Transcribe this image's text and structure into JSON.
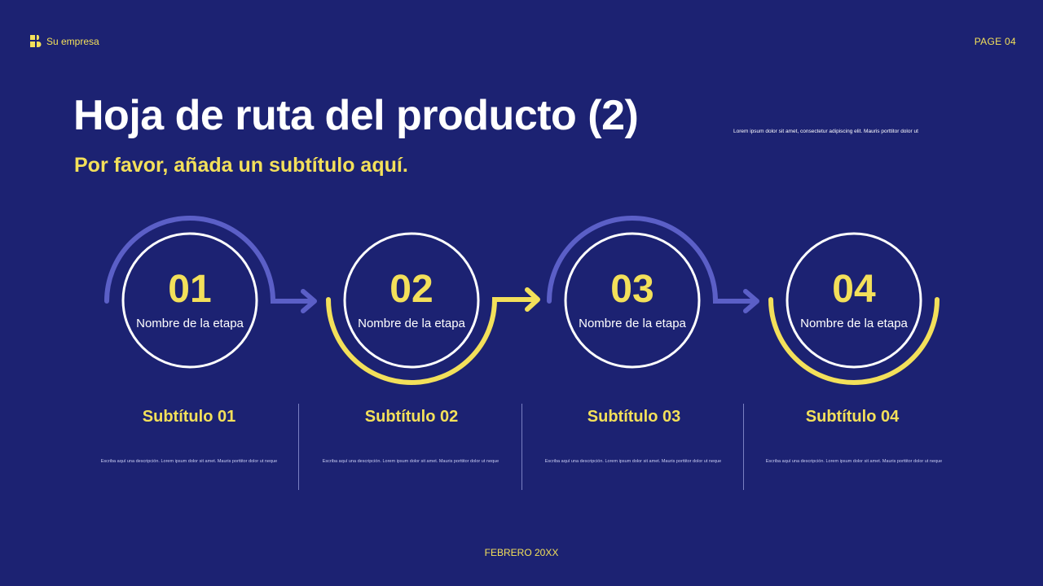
{
  "header": {
    "company": "Su empresa",
    "logo_icon": "logo-icon",
    "page": "PAGE 04"
  },
  "title": "Hoja de ruta del producto (2)",
  "subtitle": "Por favor, añada un subtítulo aquí.",
  "side_note": "Lorem ipsum dolor sit amet, consectetur adipiscing elit. Mauris porttitor dolor ut",
  "steps": [
    {
      "number": "01",
      "name": "Nombre de la etapa",
      "subtitle": "Subtítulo 01",
      "description": "Escriba aquí una descripción. Lorem ipsum dolor sit amet. Mauris porttitor dolor ut neque"
    },
    {
      "number": "02",
      "name": "Nombre de la etapa",
      "subtitle": "Subtítulo 02",
      "description": "Escriba aquí una descripción. Lorem ipsum dolor sit amet. Mauris porttitor dolor ut neque"
    },
    {
      "number": "03",
      "name": "Nombre de la etapa",
      "subtitle": "Subtítulo 03",
      "description": "Escriba aquí una descripción. Lorem ipsum dolor sit amet. Mauris porttitor dolor ut neque"
    },
    {
      "number": "04",
      "name": "Nombre de la etapa",
      "subtitle": "Subtítulo 04",
      "description": "Escriba aquí una descripción. Lorem ipsum dolor sit amet. Mauris porttitor dolor ut neque"
    }
  ],
  "footer": "FEBRERO 20XX",
  "colors": {
    "background": "#1c2272",
    "accent_yellow": "#f3e05a",
    "accent_purple": "#5b5fc7",
    "text_white": "#ffffff"
  }
}
